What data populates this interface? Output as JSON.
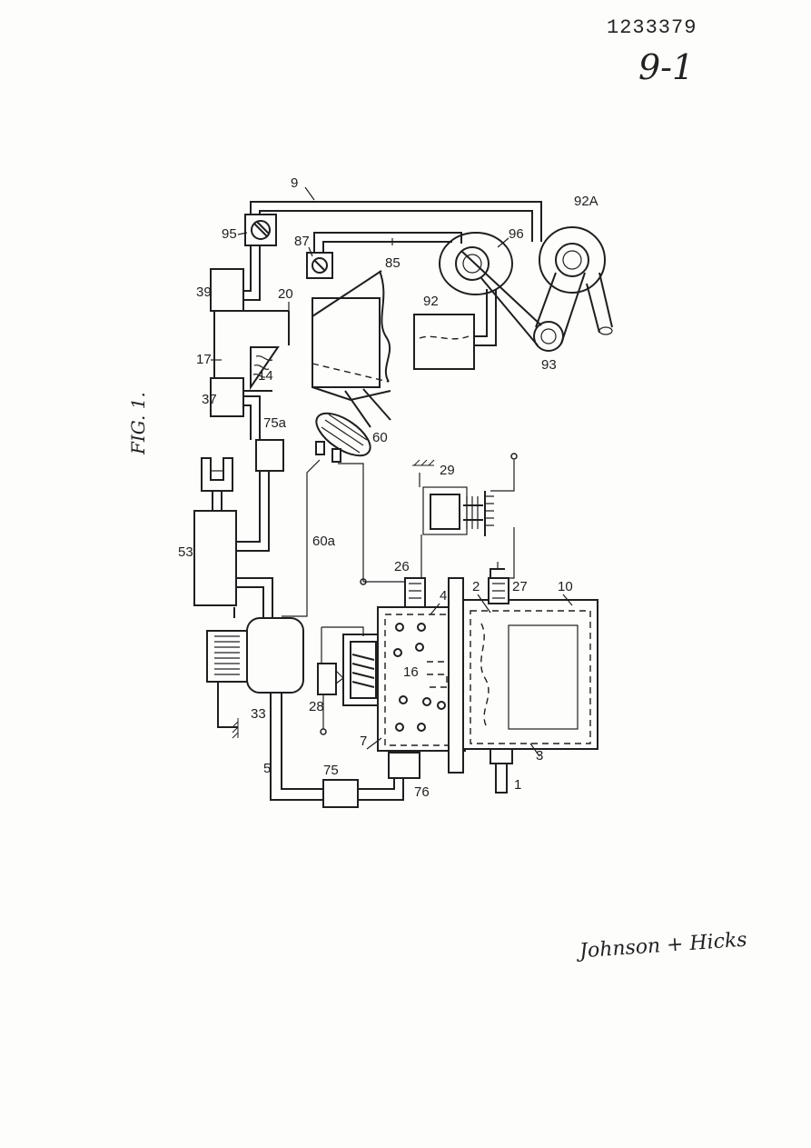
{
  "document": {
    "publication_number": "1233379",
    "sheet_mark": "9-1",
    "figure_label": "FIG. 1.",
    "attorney_signature": "Johnson + Hicks"
  },
  "reference_numerals": {
    "r1": "1",
    "r2": "2",
    "r3": "3",
    "r4": "4",
    "r5": "5",
    "r7": "7",
    "r9": "9",
    "r10": "10",
    "r14": "14",
    "r16": "16",
    "r17": "17",
    "r20": "20",
    "r26": "26",
    "r27": "27",
    "r28": "28",
    "r29": "29",
    "r33": "33",
    "r37": "37",
    "r39": "39",
    "r53": "53",
    "r60": "60",
    "r60a": "60a",
    "r75": "75",
    "r75a": "75a",
    "r76": "76",
    "r85": "85",
    "r87": "87",
    "r92": "92",
    "r92a": "92A",
    "r93": "93",
    "r95": "95",
    "r96": "96"
  },
  "colors": {
    "ink": "#1f1f1f",
    "paper": "#fdfdfc"
  }
}
